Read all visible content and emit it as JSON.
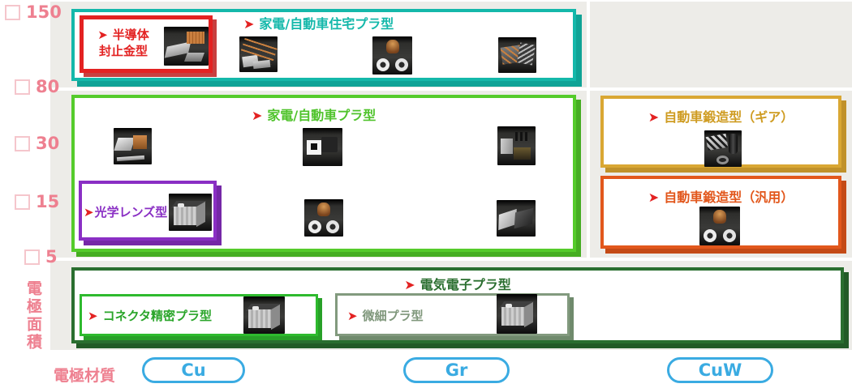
{
  "colors": {
    "panel_bg": "#edece8",
    "teal": "#14b8aa",
    "green": "#55cb2b",
    "red": "#e32222",
    "purple": "#8a2fc4",
    "gold": "#d9a733",
    "orange": "#e2571c",
    "dark_green": "#2a6e2f",
    "bright_green": "#2eba2e",
    "muted_green": "#829a7e",
    "blue": "#3aabe2",
    "pink": "#ee8090"
  },
  "icons": {
    "arrow": "➤"
  },
  "y_axis": {
    "label": "電極面積",
    "ticks": [
      "150",
      "80",
      "30",
      "15",
      "5"
    ]
  },
  "x_axis": {
    "label": "電極材質",
    "materials": [
      "Cu",
      "Gr",
      "CuW"
    ]
  },
  "groups": {
    "housing_plastic": {
      "title": "家電/自動車住宅プラ型"
    },
    "semiconductor": {
      "title_line1": "半導体",
      "title_line2": "封止金型"
    },
    "appliance_plastic": {
      "title": "家電/自動車プラ型"
    },
    "optical_lens": {
      "title": "光学レンズ型"
    },
    "auto_forging_gear": {
      "title": "自動車鍛造型（ギア）"
    },
    "auto_forging_general": {
      "title": "自動車鍛造型（汎用）"
    },
    "electric_electronic": {
      "title": "電気電子プラ型"
    },
    "connector_precision": {
      "title": "コネクタ精密プラ型"
    },
    "fine_plastic": {
      "title": "微細プラ型"
    }
  }
}
